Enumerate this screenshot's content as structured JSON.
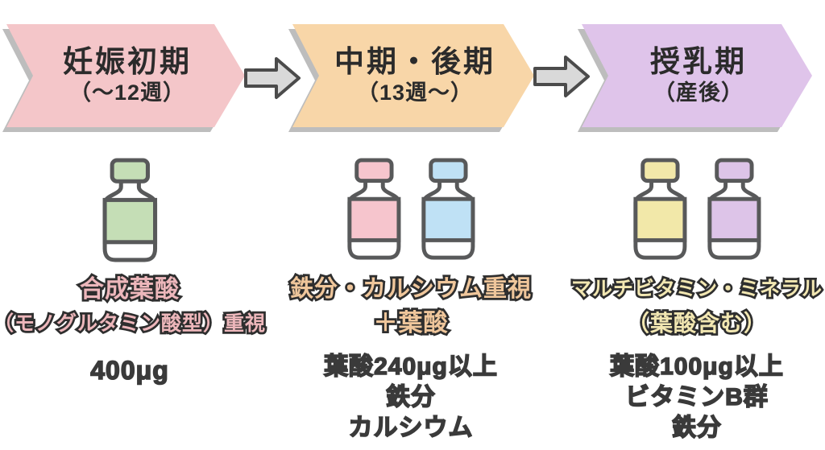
{
  "stages": [
    {
      "banner": {
        "title": "妊娠初期",
        "subtitle": "（〜12週）",
        "color": "#f4c6c9"
      },
      "bottles": [
        {
          "icon": "supplement-bottle-icon",
          "color": "#c5deb6"
        }
      ],
      "heading": {
        "lines": [
          "合成葉酸",
          "（モノグルタミン酸型）重視"
        ],
        "color": "#edb7bb"
      },
      "details": [
        "400μg"
      ]
    },
    {
      "banner": {
        "title": "中期・後期",
        "subtitle": "（13週〜）",
        "color": "#f8d6a8"
      },
      "bottles": [
        {
          "icon": "supplement-bottle-icon",
          "color": "#f6c5cd"
        },
        {
          "icon": "supplement-bottle-icon",
          "color": "#bfe1f5"
        }
      ],
      "heading": {
        "lines": [
          "鉄分・カルシウム重視",
          "＋葉酸"
        ],
        "color": "#efc69b"
      },
      "details": [
        "葉酸240μg以上",
        "鉄分",
        "カルシウム"
      ]
    },
    {
      "banner": {
        "title": "授乳期",
        "subtitle": "（産後）",
        "color": "#dfc4ea"
      },
      "bottles": [
        {
          "icon": "supplement-bottle-icon",
          "color": "#f2e8a9"
        },
        {
          "icon": "supplement-bottle-icon",
          "color": "#ddc4e8"
        }
      ],
      "heading": {
        "lines": [
          "マルチビタミン・ミネラル",
          "（葉酸含む）"
        ],
        "color": "#f2e7b2"
      },
      "details": [
        "葉酸100μg以上",
        "ビタミンB群",
        "鉄分"
      ]
    }
  ],
  "arrow": {
    "fill": "#d9d9d9",
    "stroke": "#4b4b4b"
  },
  "bottle_outline": "#58595a",
  "heading_outline": "#2e2e2e",
  "detail_text_color": "#3a3a3a"
}
